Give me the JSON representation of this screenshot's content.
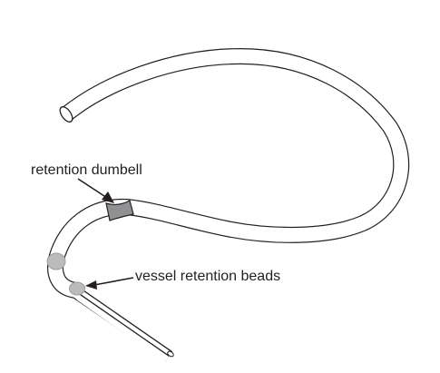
{
  "labels": {
    "retention_dumbell": "retention dumbell",
    "vessel_retention_beads": "vessel retention beads"
  },
  "colors": {
    "outline": "#231f20",
    "tube_fill": "#ffffff",
    "dumbell_fill": "#8f9192",
    "bead_fill": "#b9bbbc"
  },
  "components": {
    "dumbell_count": 1,
    "bead_count": 2
  }
}
